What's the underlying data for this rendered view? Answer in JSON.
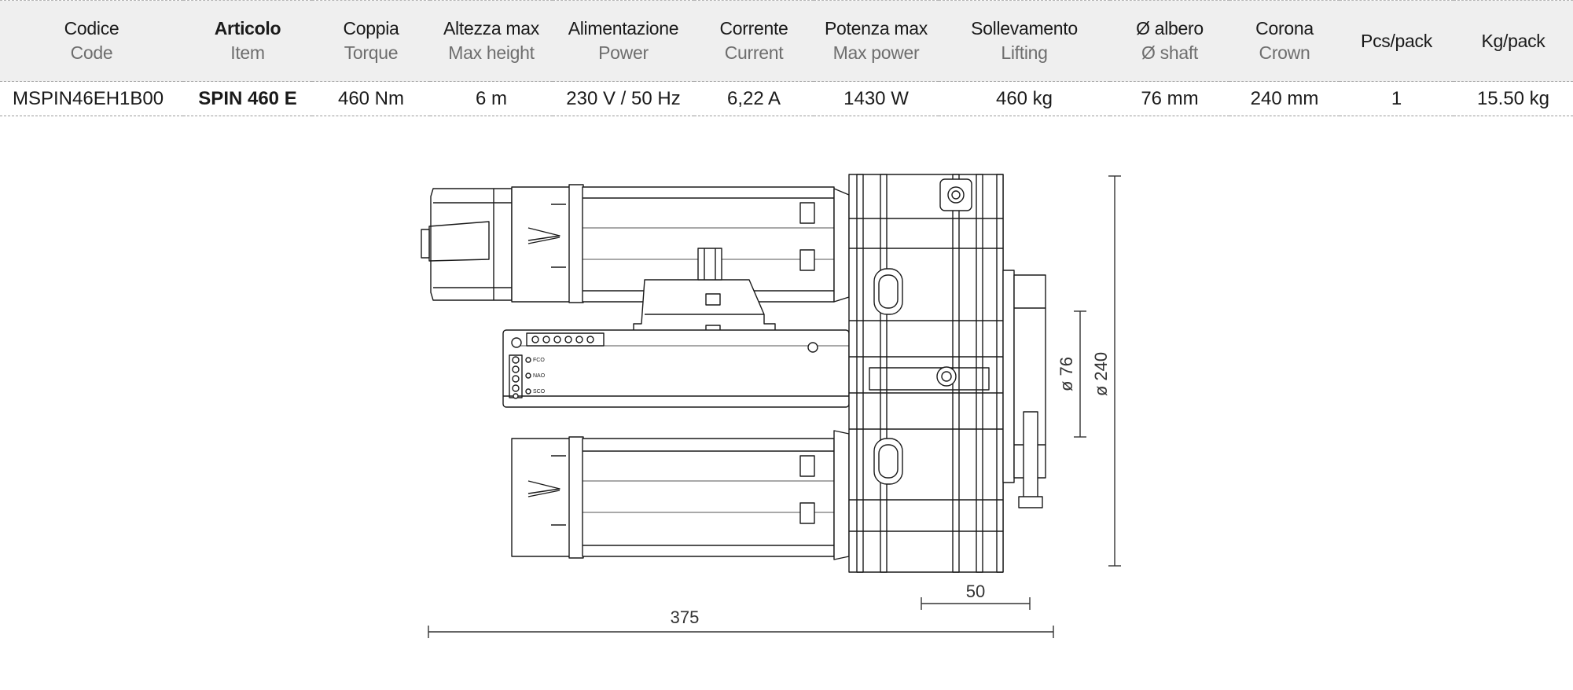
{
  "table": {
    "headers": [
      {
        "it": "Codice",
        "en": "Code"
      },
      {
        "it": "Articolo",
        "en": "Item"
      },
      {
        "it": "Coppia",
        "en": "Torque"
      },
      {
        "it": "Altezza max",
        "en": "Max height"
      },
      {
        "it": "Alimentazione",
        "en": "Power"
      },
      {
        "it": "Corrente",
        "en": "Current"
      },
      {
        "it": "Potenza max",
        "en": "Max power"
      },
      {
        "it": "Sollevamento",
        "en": "Lifting"
      },
      {
        "it": "Ø albero",
        "en": "Ø shaft"
      },
      {
        "it": "Corona",
        "en": "Crown"
      },
      {
        "it": "Pcs/pack",
        "en": ""
      },
      {
        "it": "Kg/pack",
        "en": ""
      }
    ],
    "row": [
      "MSPIN46EH1B00",
      "SPIN 460 E",
      "460 Nm",
      "6 m",
      "230 V / 50 Hz",
      "6,22 A",
      "1430 W",
      "460 kg",
      "76 mm",
      "240 mm",
      "1",
      "15.50 kg"
    ]
  },
  "drawing": {
    "dim_length": "375",
    "dim_offset": "50",
    "dim_shaft": "ø 76",
    "dim_crown": "ø 240",
    "terminal_labels": [
      "FCO",
      "NAO",
      "SCO"
    ]
  },
  "colors": {
    "header_bg": "#efefef",
    "line": "#1a1a1a",
    "dim_line": "#333333"
  }
}
